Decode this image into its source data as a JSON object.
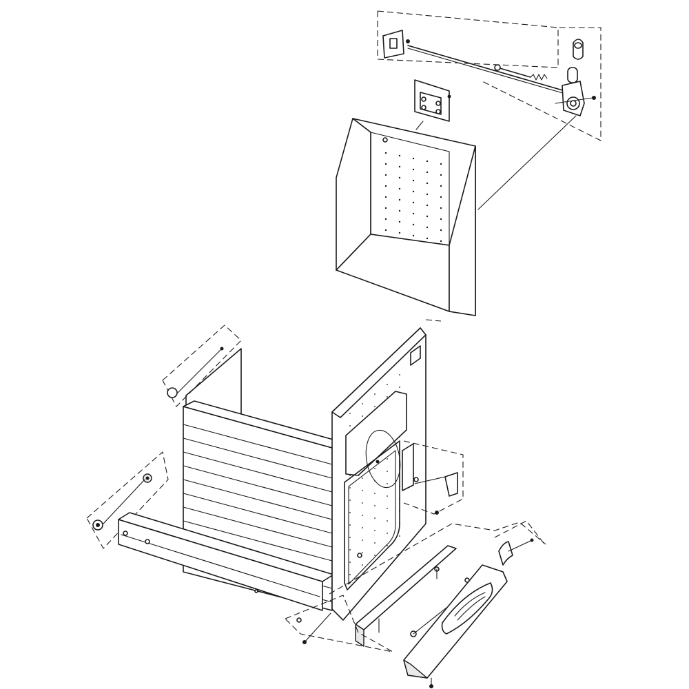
{
  "diagram": {
    "kind": "exploded-parts-view",
    "style": "black line art on white",
    "colors": {
      "background": "#ffffff",
      "line": "#1a1a1a",
      "shade": "#e9e9e9"
    },
    "components": [
      "latch-bracket",
      "latch-rod",
      "latch-spring",
      "latch-assembly",
      "latch-knob",
      "hinge-bracket",
      "liner-back-panel",
      "cabinet-frame",
      "side-rail",
      "door-panel",
      "door-gasket",
      "door-hinge-clip",
      "bottom-trim-strip",
      "kick-plate",
      "toe-grille",
      "screw",
      "bumper-nut"
    ]
  }
}
